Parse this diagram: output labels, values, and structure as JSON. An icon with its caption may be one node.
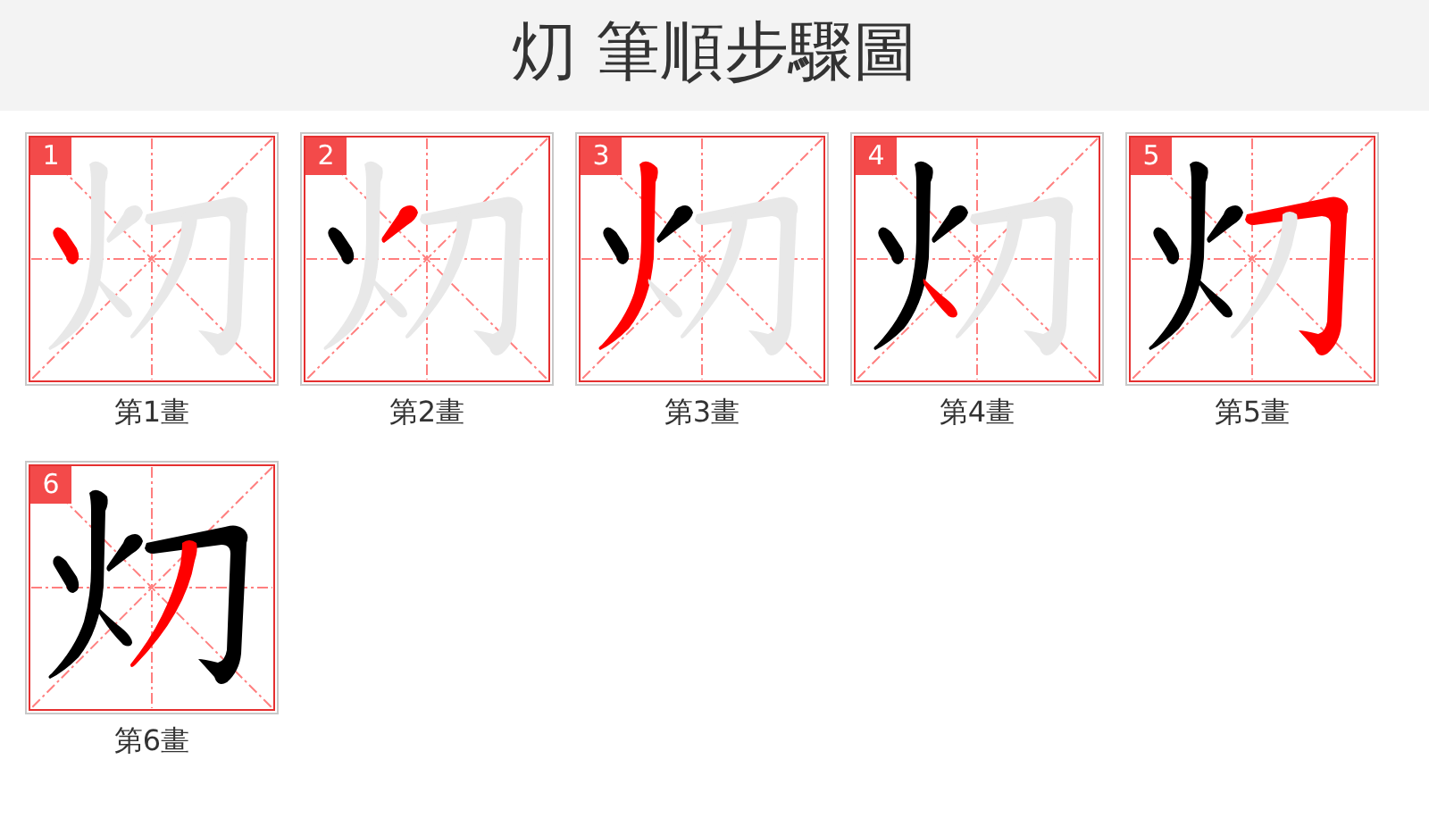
{
  "diagram": {
    "title": "灱 筆順步驟圖",
    "nodes": [
      {
        "text": [
          "1"
        ],
        "beside": [
          "第1畫"
        ]
      },
      {
        "text": [
          "2"
        ],
        "beside": [
          "第2畫"
        ]
      },
      {
        "text": [
          "3"
        ],
        "beside": [
          "第3畫"
        ]
      },
      {
        "text": [
          "4"
        ],
        "beside": [
          "第4畫"
        ]
      },
      {
        "text": [
          "5"
        ],
        "beside": [
          "第5畫"
        ]
      },
      {
        "text": [
          "6"
        ],
        "beside": [
          "第6畫"
        ]
      }
    ]
  }
}
